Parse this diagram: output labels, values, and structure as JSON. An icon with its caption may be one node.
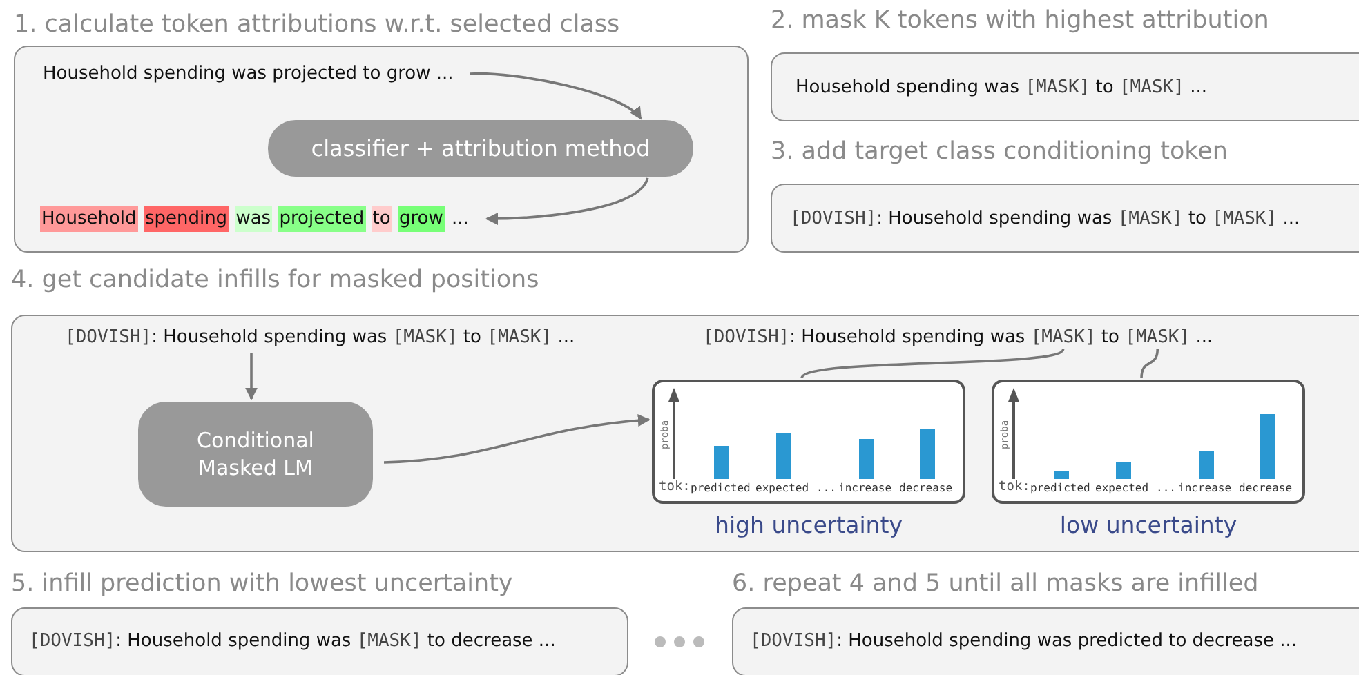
{
  "diagram": {
    "nodes": [
      {
        "text": [
          "1. calculate token attributions w.r.t. selected class"
        ]
      },
      {
        "text": [
          "Household spending was projected to grow ..."
        ],
        "in": 0
      },
      {
        "text": [
          "classifier + attribution method"
        ],
        "in": 0
      },
      {
        "text": [
          "Household spending was projected to grow ..."
        ],
        "in": 0
      },
      {
        "text": [
          "2. mask K tokens with highest attribution",
          "Household spending was [MASK] to [MASK] ..."
        ]
      },
      {
        "text": [
          "3. add target class conditioning token",
          "[DOVISH]: Household spending was [MASK] to [MASK] ..."
        ]
      },
      {
        "text": [
          "4. get candidate infills for masked positions"
        ]
      },
      {
        "text": [
          "[DOVISH]: Household spending was [MASK] to [MASK] ..."
        ],
        "in": 6
      },
      {
        "text": [
          "Conditional Masked LM"
        ],
        "in": 6
      },
      {
        "text": [
          "[DOVISH]: Household spending was [MASK] to [MASK] ..."
        ],
        "in": 6
      },
      {
        "text": [
          "proba",
          "tok:",
          "predicted",
          "expected",
          "...",
          "increase",
          "decrease"
        ],
        "in": 6,
        "beside": [
          "high uncertainty"
        ]
      },
      {
        "text": [
          "proba",
          "tok:",
          "predicted",
          "expected",
          "...",
          "increase",
          "decrease"
        ],
        "in": 6,
        "beside": [
          "low uncertainty"
        ]
      },
      {
        "text": [
          "5. infill prediction with lowest uncertainty",
          "[DOVISH]: Household spending was [MASK] to decrease ..."
        ]
      },
      {
        "text": [
          "6. repeat 4 and 5 until all masks are infilled",
          "[DOVISH]: Household spending was predicted to decrease ..."
        ]
      }
    ],
    "edges": [
      {
        "from": 1,
        "to": 2,
        "arrow": "to"
      },
      {
        "from": 2,
        "to": 3,
        "arrow": "to"
      },
      {
        "from": 7,
        "to": 8,
        "arrow": "to"
      },
      {
        "from": 8,
        "to": 10,
        "arrow": "to"
      },
      {
        "from": 9,
        "to": 10,
        "arrow": "none"
      },
      {
        "from": 9,
        "to": 11,
        "arrow": "none"
      }
    ]
  }
}
